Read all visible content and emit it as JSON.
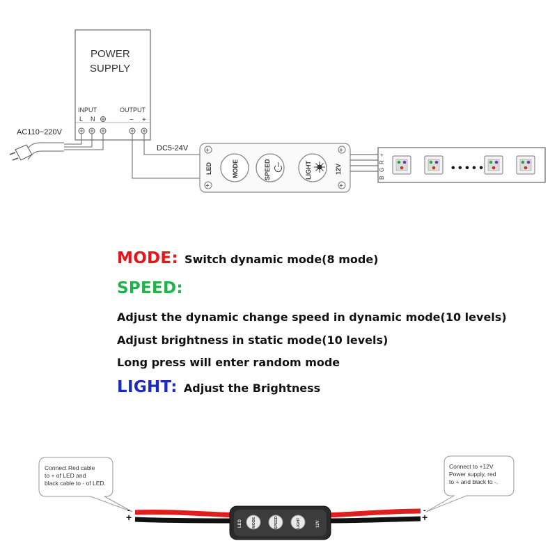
{
  "diagram": {
    "power_supply": {
      "title_line1": "POWER",
      "title_line2": "SUPPLY",
      "input_label": "INPUT",
      "output_label": "OUTPUT",
      "terminal_L": "L",
      "terminal_N": "N",
      "terminal_minus": "−",
      "terminal_plus": "+"
    },
    "ac_label": "AC110~220V",
    "dc_label": "DC5-24V",
    "controller": {
      "led": "LED",
      "mode": "MODE",
      "speed": "SPEED",
      "light": "LIGHT",
      "volt": "12V"
    },
    "strip": {
      "pins": [
        "+",
        "R",
        "G",
        "B"
      ],
      "dots": "• • • • •"
    }
  },
  "info": {
    "mode_heading": "MODE:",
    "mode_text": "Switch dynamic mode(8 mode)",
    "speed_heading": "SPEED:",
    "speed_line1": "Adjust the dynamic change speed in dynamic mode(10 levels)",
    "speed_line2": "Adjust brightness in static mode(10 levels)",
    "speed_line3": "Long press will enter random mode",
    "light_heading": "LIGHT:",
    "light_text": "Adjust the Brightness"
  },
  "cable": {
    "left_bubble": [
      "Connect Red cable",
      "to + of LED and",
      "black cable to - of LED."
    ],
    "right_bubble": [
      "Connect to +12V",
      "Power supply, red",
      "to + and black to -."
    ],
    "plus": "+",
    "minus": "-",
    "controller": {
      "led": "LED",
      "mode": "MODE",
      "speed": "SPEED",
      "light": "LIGHT",
      "volt": "12V"
    }
  },
  "colors": {
    "mode": "#e8141b",
    "speed": "#22b14c",
    "light": "#1c2bbd",
    "red_wire": "#e01e1e",
    "black_wire": "#111111"
  }
}
